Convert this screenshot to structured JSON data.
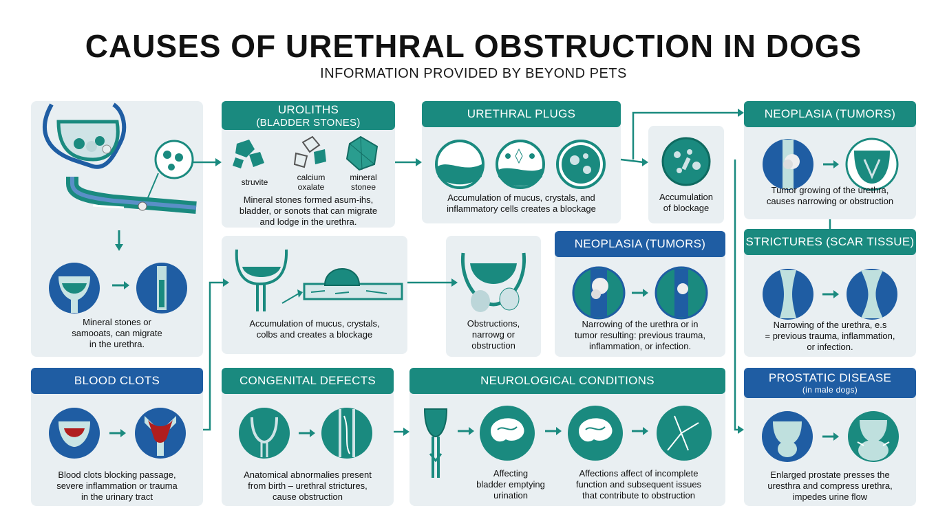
{
  "title": "CAUSES OF URETHRAL OBSTRUCTION IN DOGS",
  "subtitle": "INFORMATION PROVIDED BY BEYOND PETS",
  "colors": {
    "teal": "#1a8a7f",
    "blue": "#1f5da3",
    "panel": "#e9eff2",
    "arrow": "#1a8a7f"
  },
  "left_panel": {
    "text": "Mineral stones or\nsamooats, can migrate\nin the urethra."
  },
  "uroliths": {
    "header_line1": "UROLITHS",
    "header_line2": "(BLADDER STONES)",
    "label_struvite": "struvite",
    "label_calcium": "calcium\noxalate",
    "label_mineral": "mineral\nstonee",
    "text": "Mineral stones formed asum-ihs,\nbladder, or sonots that can migrate\nand lodge in the urethra."
  },
  "urethral_plugs": {
    "header": "URETHRAL PLUGS",
    "text": "Accumulation of mucus, crystals, and\ninflammatory cells creates a blockage"
  },
  "accumulation_small": {
    "text": "Accumulation\nof blockage"
  },
  "neoplasia_right": {
    "header": "NEOPLASIA (TUMORS)",
    "text": "Tumor growing of the urethra,\ncauses narrowing or obstruction"
  },
  "middle_accumulation": {
    "text": "Accumulation of mucus, crystals,\ncolbs and creates a blockage"
  },
  "obstructions": {
    "text": "Obstructions,\nnarrowg or\nobstruction"
  },
  "neoplasia_mid": {
    "header": "NEOPLASIA (TUMORS)",
    "text": "Narrowing of the urethra or in\ntumor resulting: previous trauma,\ninflammation, or infection."
  },
  "strictures": {
    "header": "STRICTURES (SCAR TISSUE)",
    "text": "Narrowing of the urethra, e.s\n= previous trauma, inflammation,\nor infection."
  },
  "blood_clots": {
    "header": "BLOOD CLOTS",
    "text": "Blood clots blocking passage,\nsevere inflammation or trauma\nin the urinary tract"
  },
  "congenital": {
    "header": "CONGENITAL DEFECTS",
    "text": "Anatomical abnormalies present\nfrom birth – urethral strictures,\ncause obstruction"
  },
  "neuro": {
    "header": "NEUROLOGICAL CONDITIONS",
    "text1": "Affecting\nbladder emptying\nurination",
    "text2": "Affections affect of incomplete\nfunction and subsequent issues\nthat contribute to obstruction"
  },
  "prostatic": {
    "header": "PROSTATIC DISEASE",
    "sub": "(in male dogs)",
    "text": "Enlarged prostate presses the\nuresthra and compress urethra,\nimpedes urine flow"
  }
}
